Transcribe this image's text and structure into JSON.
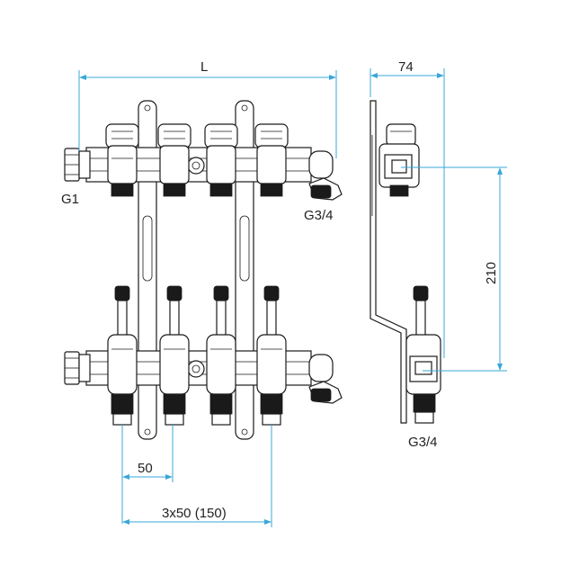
{
  "dimensions": {
    "overall_length": "L",
    "depth": "74",
    "height": "210",
    "spacing": "50",
    "total_spacing": "3x50 (150)"
  },
  "threads": {
    "inlet": "G1",
    "outlet_front": "G3/4",
    "outlet_side": "G3/4"
  },
  "colors": {
    "line": "#1a1a1a",
    "dimension": "#3aa7d8"
  }
}
